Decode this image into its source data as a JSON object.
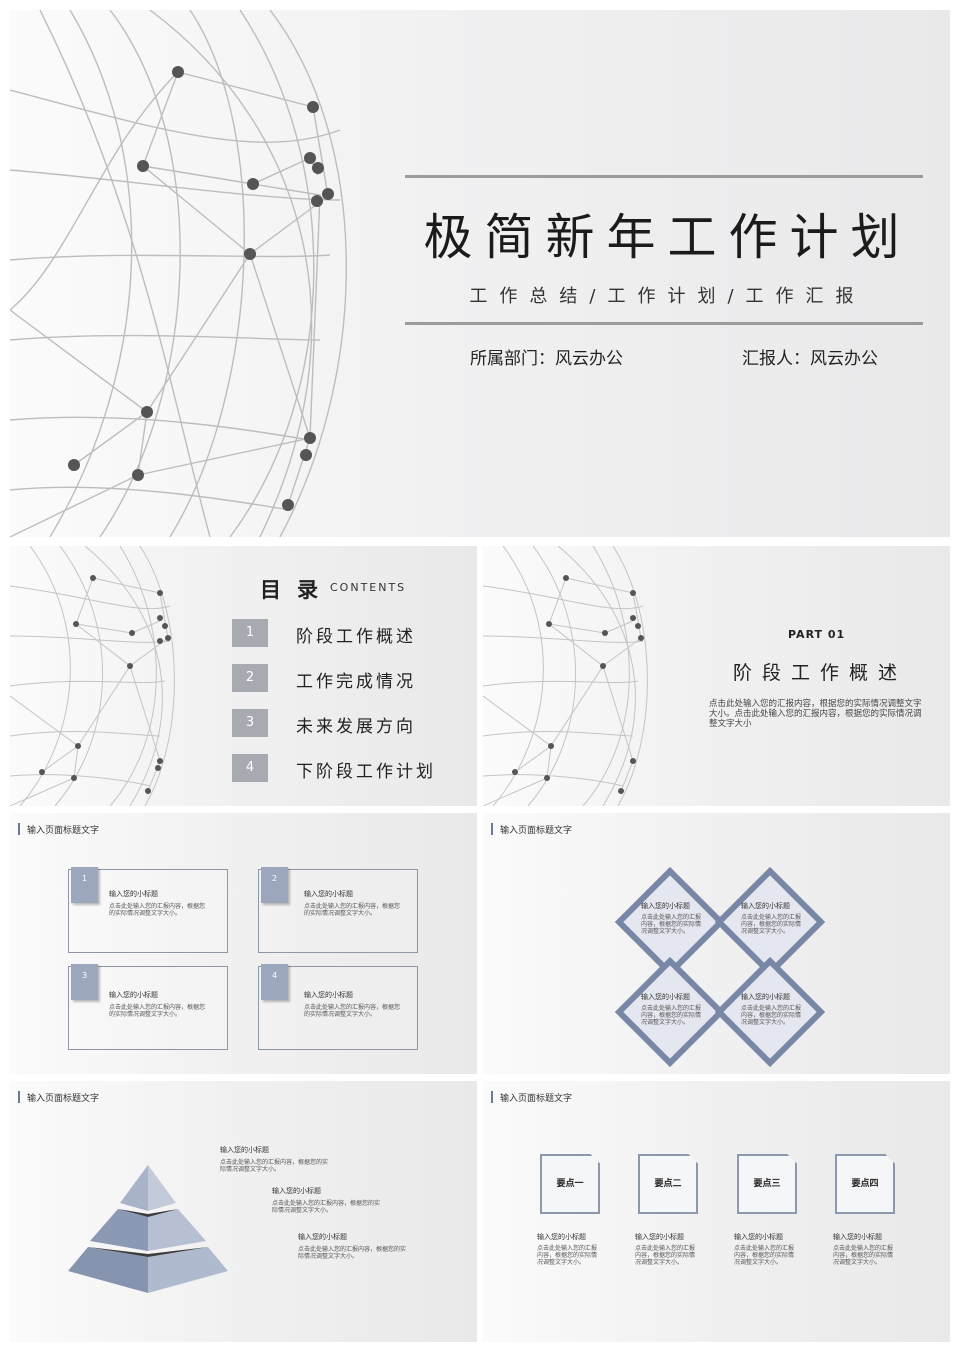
{
  "cover": {
    "title": "极简新年工作计划",
    "subtitle": "工作总结/工作计划/工作汇报",
    "department": "所属部门：风云办公",
    "reporter": "汇报人：风云办公"
  },
  "toc": {
    "heading": "目录",
    "heading_en": "CONTENTS",
    "items": [
      {
        "num": "1",
        "label": "阶段工作概述"
      },
      {
        "num": "2",
        "label": "工作完成情况"
      },
      {
        "num": "3",
        "label": "未来发展方向"
      },
      {
        "num": "4",
        "label": "下阶段工作计划"
      }
    ]
  },
  "part": {
    "number": "PART 01",
    "title": "阶段工作概述",
    "desc": "点击此处输入您的汇报内容，根据您的实际情况调整文字大小。点击此处输入您的汇报内容，根据您的实际情况调整文字大小"
  },
  "grid_slide": {
    "header": "输入页面标题文字",
    "cards": [
      {
        "num": "1",
        "title": "输入您的小标题",
        "desc": "点击此处输入您的汇报内容，根据您的实际情况调整文字大小。"
      },
      {
        "num": "2",
        "title": "输入您的小标题",
        "desc": "点击此处输入您的汇报内容，根据您的实际情况调整文字大小。"
      },
      {
        "num": "3",
        "title": "输入您的小标题",
        "desc": "点击此处输入您的汇报内容，根据您的实际情况调整文字大小。"
      },
      {
        "num": "4",
        "title": "输入您的小标题",
        "desc": "点击此处输入您的汇报内容，根据您的实际情况调整文字大小。"
      }
    ]
  },
  "diamond_slide": {
    "header": "输入页面标题文字",
    "items": [
      {
        "title": "输入您的小标题",
        "desc": "点击此处输入您的汇报内容，根据您的实际情况调整文字大小。"
      },
      {
        "title": "输入您的小标题",
        "desc": "点击此处输入您的汇报内容，根据您的实际情况调整文字大小。"
      },
      {
        "title": "输入您的小标题",
        "desc": "点击此处输入您的汇报内容，根据您的实际情况调整文字大小。"
      },
      {
        "title": "输入您的小标题",
        "desc": "点击此处输入您的汇报内容，根据您的实际情况调整文字大小。"
      }
    ]
  },
  "pyramid_slide": {
    "header": "输入页面标题文字",
    "items": [
      {
        "title": "输入您的小标题",
        "desc": "点击此处输入您的汇报内容，根据您的实际情况调整文字大小。"
      },
      {
        "title": "输入您的小标题",
        "desc": "点击此处输入您的汇报内容，根据您的实际情况调整文字大小。"
      },
      {
        "title": "输入您的小标题",
        "desc": "点击此处输入您的汇报内容，根据您的实际情况调整文字大小。"
      }
    ]
  },
  "points_slide": {
    "header": "输入页面标题文字",
    "items": [
      {
        "label": "要点一",
        "title": "输入您的小标题",
        "desc": "点击此处输入您的汇报内容，根据您的实际情况调整文字大小。"
      },
      {
        "label": "要点二",
        "title": "输入您的小标题",
        "desc": "点击此处输入您的汇报内容，根据您的实际情况调整文字大小。"
      },
      {
        "label": "要点三",
        "title": "输入您的小标题",
        "desc": "点击此处输入您的汇报内容，根据您的实际情况调整文字大小。"
      },
      {
        "label": "要点四",
        "title": "输入您的小标题",
        "desc": "点击此处输入您的汇报内容，根据您的实际情况调整文字大小。"
      }
    ]
  },
  "colors": {
    "accent": "#7887a5",
    "tag": "#9ca6bd",
    "rule": "#9b9b9b",
    "network": "#b9b9b9",
    "node": "#555555"
  }
}
